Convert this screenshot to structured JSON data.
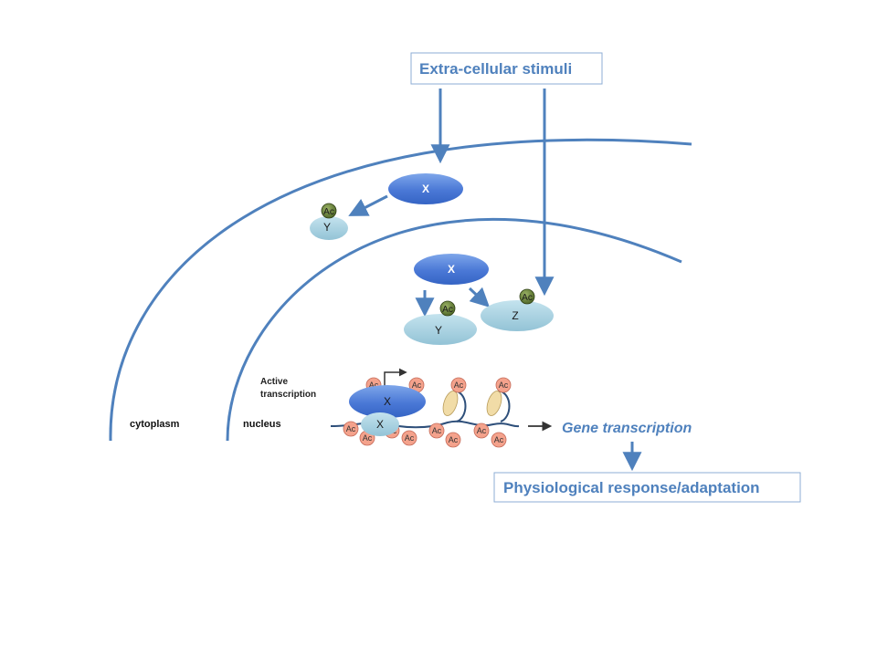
{
  "stimulus_box": {
    "label": "Extra-cellular stimuli"
  },
  "compartments": {
    "cytoplasm": "cytoplasm",
    "nucleus": "nucleus"
  },
  "proteins": {
    "cyto_x": "X",
    "cyto_y": "Y",
    "nuc_x": "X",
    "nuc_y": "Y",
    "nuc_z": "Z",
    "chrom_x_top": "X",
    "chrom_x_bottom": "X"
  },
  "acetyl_mark": "Ac",
  "chromatin": {
    "active_label_line1": "Active",
    "active_label_line2": "transcription"
  },
  "gene_transcription": "Gene transcription",
  "response_box": {
    "label": "Physiological response/adaptation"
  },
  "colors": {
    "accent": "#4f81bd",
    "protein_x": "#4f7fd9",
    "protein_light": "#a9d3e3",
    "acetyl_green": "#6e8b3d",
    "acetyl_red": "#f4a28c"
  }
}
